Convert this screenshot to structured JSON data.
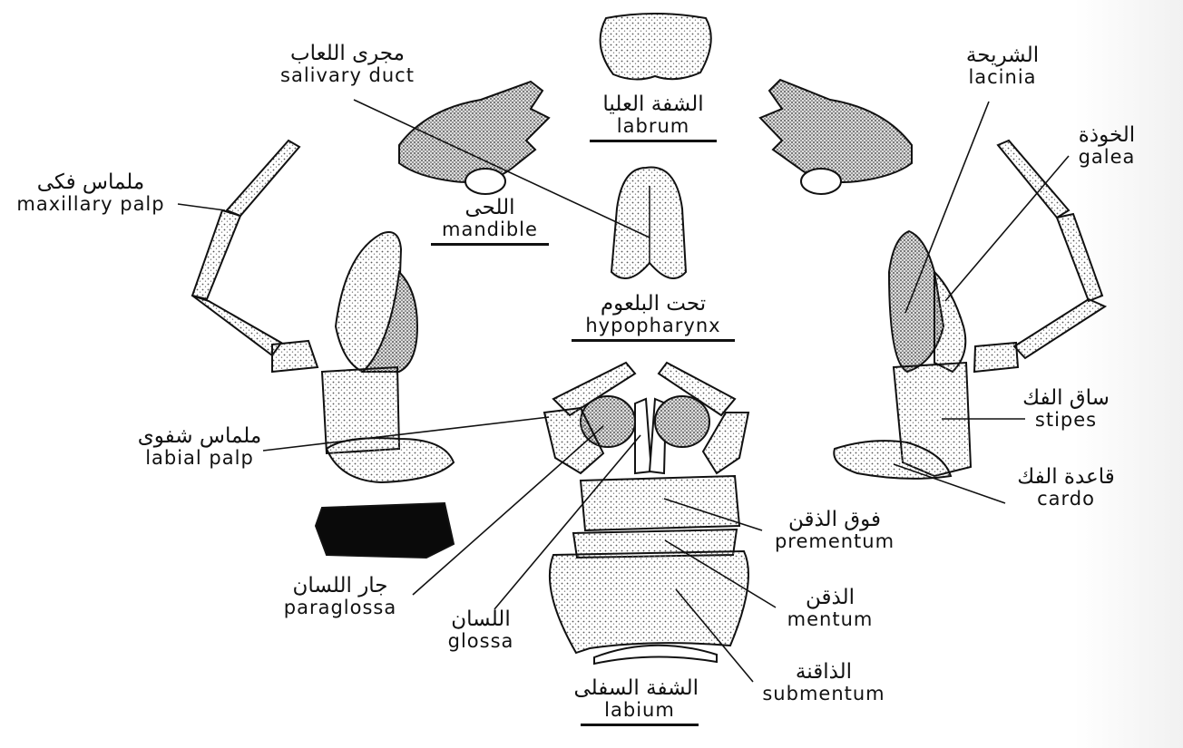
{
  "labels": {
    "salivary_duct": {
      "ar": "مجرى اللعاب",
      "en": "salivary duct"
    },
    "labrum": {
      "ar": "الشفة العليا",
      "en": "labrum"
    },
    "lacinia": {
      "ar": "الشريحة",
      "en": "lacinia"
    },
    "galea": {
      "ar": "الخوذة",
      "en": "galea"
    },
    "maxillary_palp": {
      "ar": "ملماس فكى",
      "en": "maxillary palp"
    },
    "mandible": {
      "ar": "اللحى",
      "en": "mandible"
    },
    "hypopharynx": {
      "ar": "تحت البلعوم",
      "en": "hypopharynx"
    },
    "stipes": {
      "ar": "ساق الفك",
      "en": "stipes"
    },
    "labial_palp": {
      "ar": "ملماس شفوى",
      "en": "labial palp"
    },
    "cardo": {
      "ar": "قاعدة الفك",
      "en": "cardo"
    },
    "prementum": {
      "ar": "فوق الذقن",
      "en": "prementum"
    },
    "paraglossa": {
      "ar": "جار اللسان",
      "en": "paraglossa"
    },
    "glossa": {
      "ar": "اللسان",
      "en": "glossa"
    },
    "mentum": {
      "ar": "الذقن",
      "en": "mentum"
    },
    "submentum": {
      "ar": "الذاقنة",
      "en": "submentum"
    },
    "labium": {
      "ar": "الشفة السفلى",
      "en": "labium"
    }
  },
  "colors": {
    "ink": "#111111",
    "stipple": "#9a9a9a",
    "fill": "#f2f2f2"
  }
}
